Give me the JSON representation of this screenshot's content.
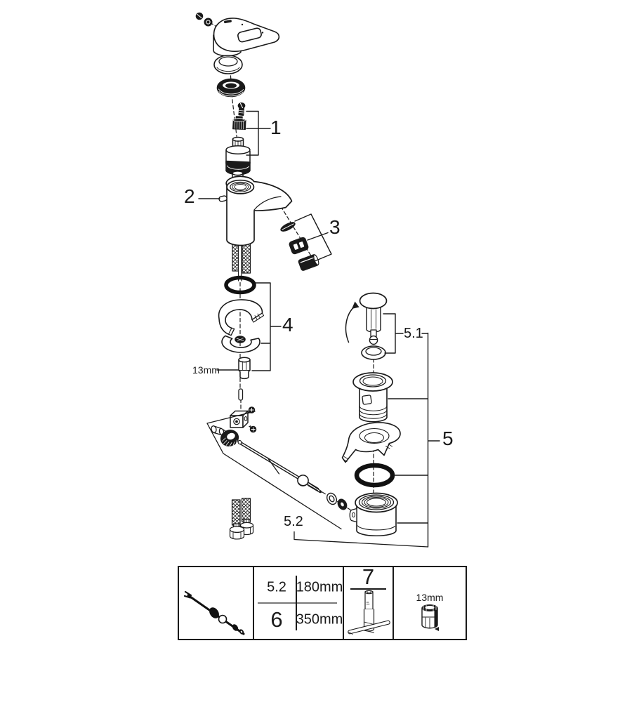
{
  "diagram": {
    "type": "exploded-parts-diagram",
    "subject": "single-lever basin mixer faucet with pop-up waste",
    "colors": {
      "ink": "#1a1a1a",
      "background": "#ffffff"
    },
    "part_labels": {
      "p1": "1",
      "p2": "2",
      "p3": "3",
      "p4": "4",
      "p5": "5",
      "p5_1": "5.1",
      "p5_2": "5.2",
      "wrench_size": "13mm"
    },
    "legend_table": {
      "rows": [
        {
          "ref": "5.2",
          "length": "180mm"
        },
        {
          "ref": "6",
          "length": "350mm"
        }
      ],
      "tool_ref": "7",
      "socket_size": "13mm"
    }
  }
}
